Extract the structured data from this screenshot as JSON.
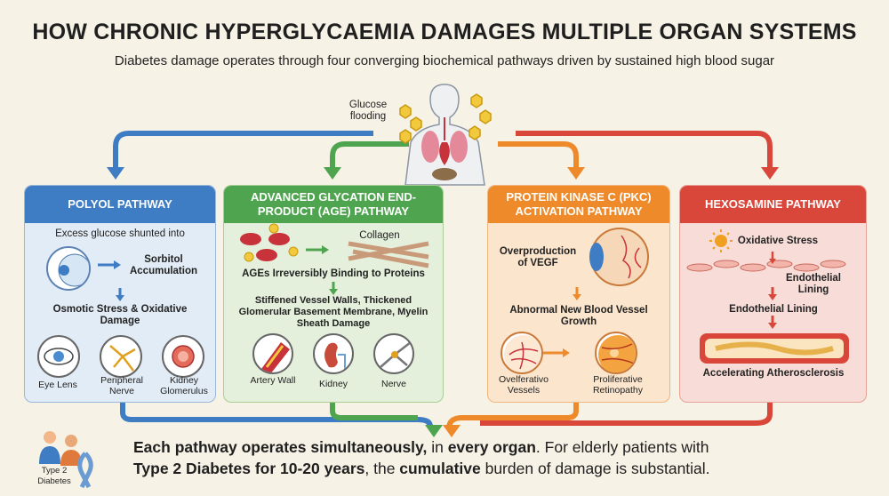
{
  "header": {
    "title": "HOW CHRONIC HYPERGLYCAEMIA DAMAGES MULTIPLE ORGAN SYSTEMS",
    "subtitle": "Diabetes damage operates through four converging biochemical pathways driven by sustained high blood sugar"
  },
  "center": {
    "glucose_label": "Glucose flooding"
  },
  "panels": {
    "polyol": {
      "title": "POLYOL PATHWAY",
      "step1": "Excess glucose shunted into",
      "step2": "Sorbitol Accumulation",
      "step3": "Osmotic Stress & Oxidative Damage",
      "organs": [
        "Eye Lens",
        "Peripheral Nerve",
        "Kidney Glomerulus"
      ]
    },
    "age": {
      "title": "ADVANCED GLYCATION END-PRODUCT (AGE) PATHWAY",
      "collagen": "Collagen",
      "step1": "AGEs Irreversibly Binding to Proteins",
      "step2": "Stiffened Vessel Walls, Thickened Glomerular Basement Membrane, Myelin Sheath Damage",
      "organs": [
        "Artery Wall",
        "Kidney",
        "Nerve"
      ]
    },
    "pkc": {
      "title": "PROTEIN KINASE C (PKC) ACTIVATION PATHWAY",
      "step1": "Overproduction of VEGF",
      "step2": "Abnormal New Blood Vessel Growth",
      "organs": [
        "Ovelferativo Vessels",
        "Proliferative Retinopathy"
      ]
    },
    "hexosamine": {
      "title": "HEXOSAMINE PATHWAY",
      "step1": "Oxidative Stress",
      "step2": "Endothelial Lining",
      "step3": "Endothelial Lining",
      "step4": "Accelerating Atherosclerosis"
    }
  },
  "footer": {
    "line1_a": "Each pathway operates simultaneously,",
    "line1_b": " in ",
    "line1_c": "every organ",
    "line1_d": ". For elderly patients with",
    "line2_a": "Type 2 Diabetes for 10-20 years",
    "line2_b": ", the ",
    "line2_c": "cumulative",
    "line2_d": " burden of damage is substantial.",
    "badge": "Type 2 Diabetes"
  },
  "colors": {
    "polyol": "#3e7cc4",
    "age": "#4fa54f",
    "pkc": "#ef8a2b",
    "hexosamine": "#d9473b"
  }
}
